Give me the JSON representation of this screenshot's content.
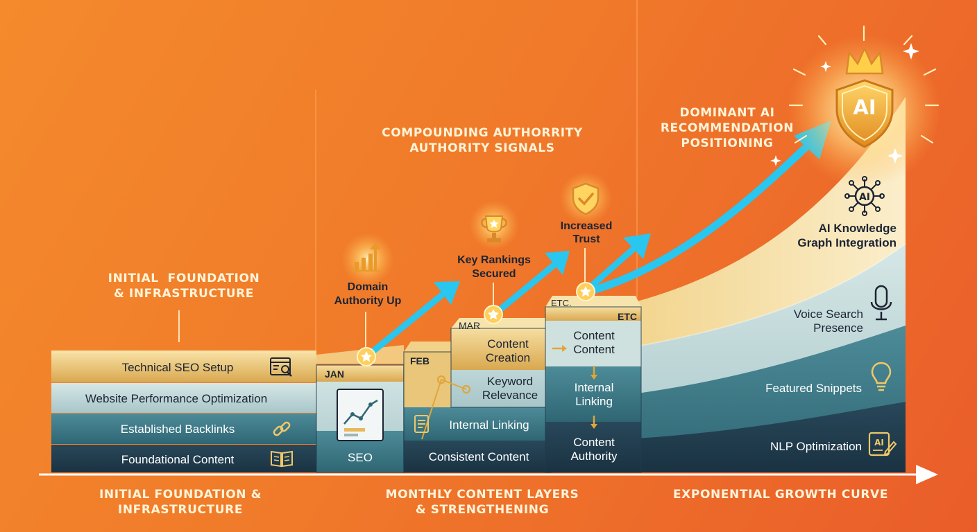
{
  "headers": {
    "phase1_top": "INITIAL  FOUNDATION\n& INFRASTRUCTURE",
    "phase2_top": "COMPOUNDING AUTHORRITY\nAUTHORITY SIGNALS",
    "phase3_top": "DOMINANT AI\nRECOMMENDATION\nPOSITIONING"
  },
  "foundation_layers": [
    {
      "label": "Technical SEO Setup",
      "icon": "browser-search-icon"
    },
    {
      "label": "Website Performance Optimization",
      "icon": "none"
    },
    {
      "label": "Established Backlinks",
      "icon": "link-icon"
    },
    {
      "label": "Foundational Content",
      "icon": "book-icon"
    }
  ],
  "months": [
    {
      "tag": "JAN",
      "bottom": "SEO",
      "icon": "chart-document-icon"
    },
    {
      "tag": "FEB",
      "mid": "Internal Linking",
      "bottom": "Consistent Content",
      "icon": "document-icon"
    },
    {
      "tag": "MAR",
      "top": "Content\nCreation",
      "mid": "Keyword\nRelevance"
    },
    {
      "tag": "ETC.",
      "tag2": "ETC",
      "top": "Content\nContent",
      "mid": "Internal\nLinking",
      "bottom": "Content\nAuthority"
    }
  ],
  "milestones": [
    {
      "label": "Domain\nAuthority Up",
      "icon": "growth-chart-icon"
    },
    {
      "label": "Key Rankings\nSecured",
      "icon": "trophy-icon"
    },
    {
      "label": "Increased\nTrust",
      "icon": "shield-check-icon"
    }
  ],
  "growth_layers": [
    {
      "label": "AI Knowledge\nGraph Integration",
      "icon": "ai-network-icon"
    },
    {
      "label": "Voice Search\nPresence",
      "icon": "microphone-icon"
    },
    {
      "label": "Featured Snippets",
      "icon": "lightbulb-icon"
    },
    {
      "label": "NLP Optimization",
      "icon": "ai-edit-icon"
    }
  ],
  "badge": {
    "text": "AI",
    "icon": "ai-crown-shield-icon"
  },
  "timeline": {
    "phase1": "INITIAL FOUNDATION &\nINFRASTRUCTURE",
    "phase2": "MONTHLY CONTENT LAYERS\n& STRENGTHENING",
    "phase3": "EXPONENTIAL GROWTH CURVE"
  },
  "colors": {
    "background": "#f07a2a",
    "gold": "#e8c46e",
    "light_teal": "#bcd6d8",
    "mid_teal": "#3d7a88",
    "dark_navy": "#1f3c4d",
    "arrow": "#29c6f0",
    "header_text": "#fff4d8"
  }
}
